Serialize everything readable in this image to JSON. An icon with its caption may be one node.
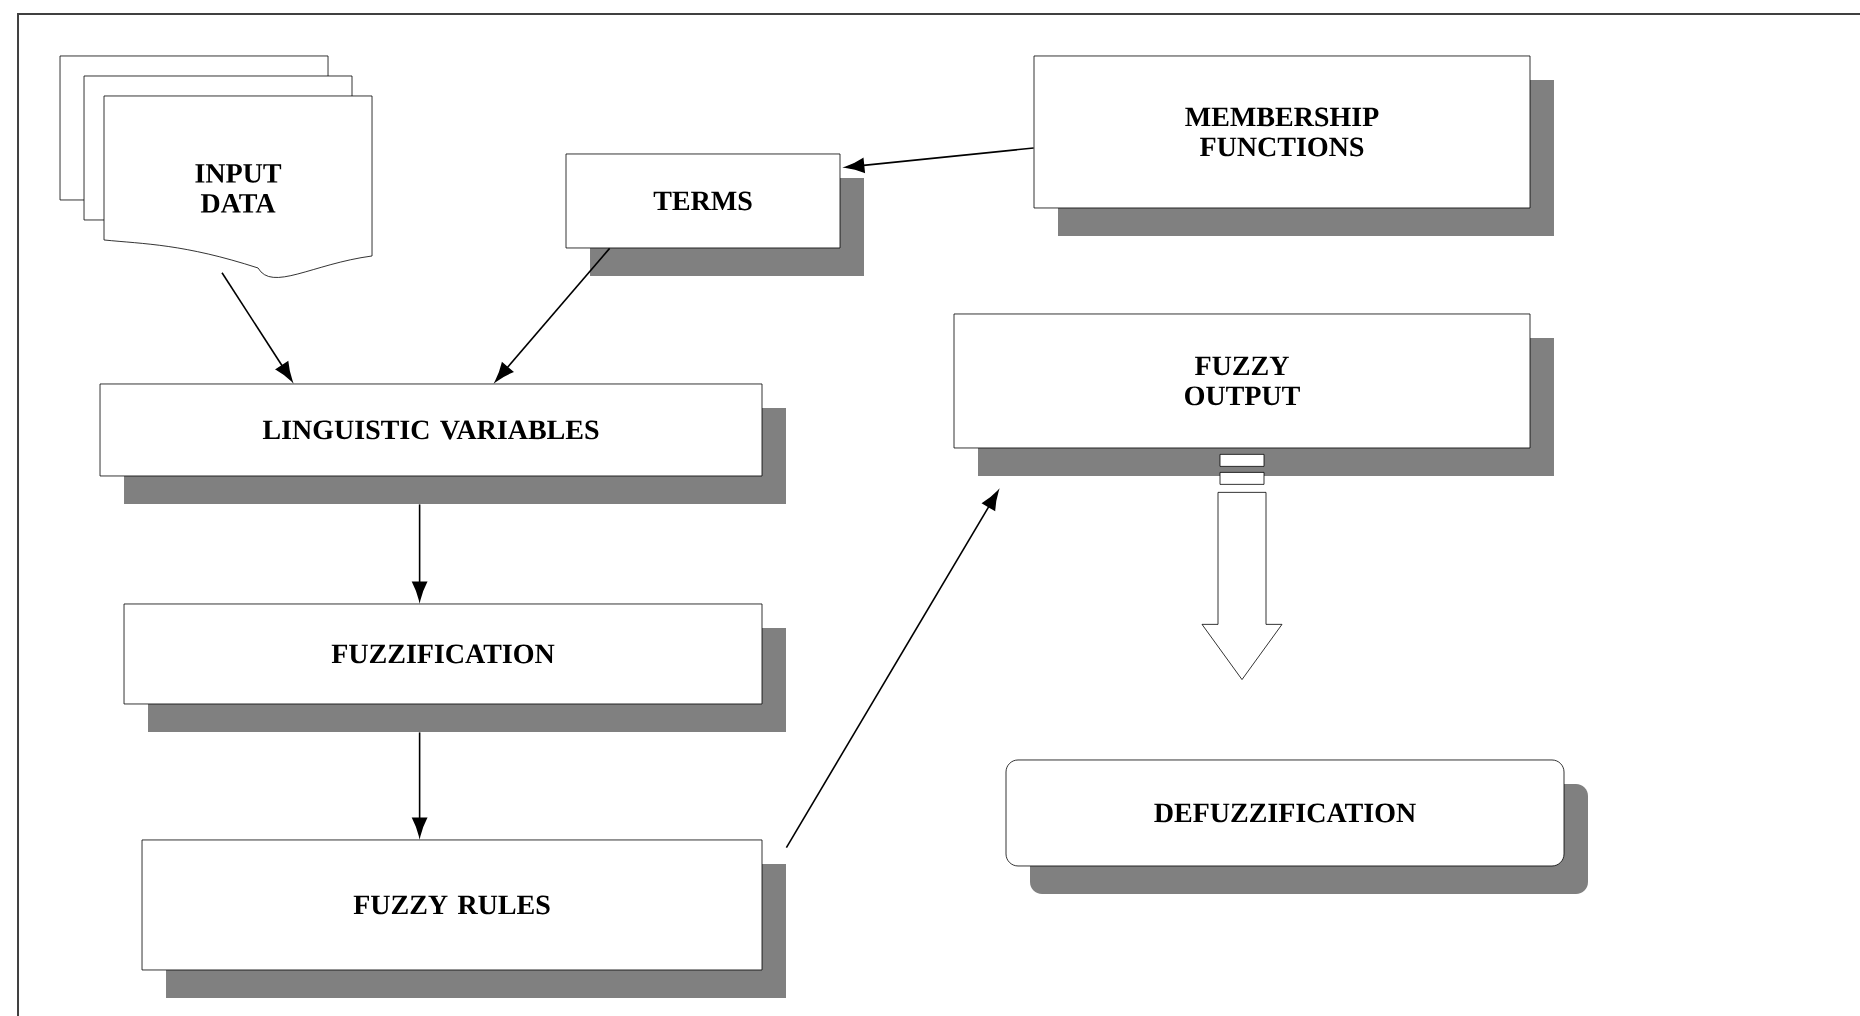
{
  "diagram": {
    "nodes": [
      {
        "text": [
          "INPUT DATA"
        ]
      },
      {
        "text": [
          "TERMS"
        ]
      },
      {
        "text": [
          "MEMBERSHIP FUNCTIONS"
        ]
      },
      {
        "text": [
          "LINGUISTIC VARIABLES"
        ]
      },
      {
        "text": [
          "FUZZY OUTPUT"
        ]
      },
      {
        "text": [
          "FUZZIFICATION"
        ]
      },
      {
        "text": [
          "FUZZY RULES"
        ]
      },
      {
        "text": [
          "DEFUZZIFICATION"
        ]
      }
    ],
    "edges": [
      {
        "from": 0,
        "to": 3,
        "arrow": "to"
      },
      {
        "from": 1,
        "to": 3,
        "arrow": "to"
      },
      {
        "from": 2,
        "to": 1,
        "arrow": "to"
      },
      {
        "from": 3,
        "to": 5,
        "arrow": "to"
      },
      {
        "from": 5,
        "to": 6,
        "arrow": "to"
      },
      {
        "from": 6,
        "to": 4,
        "arrow": "to"
      },
      {
        "from": 4,
        "to": 7,
        "arrow": "to",
        "style": "thick"
      }
    ]
  }
}
